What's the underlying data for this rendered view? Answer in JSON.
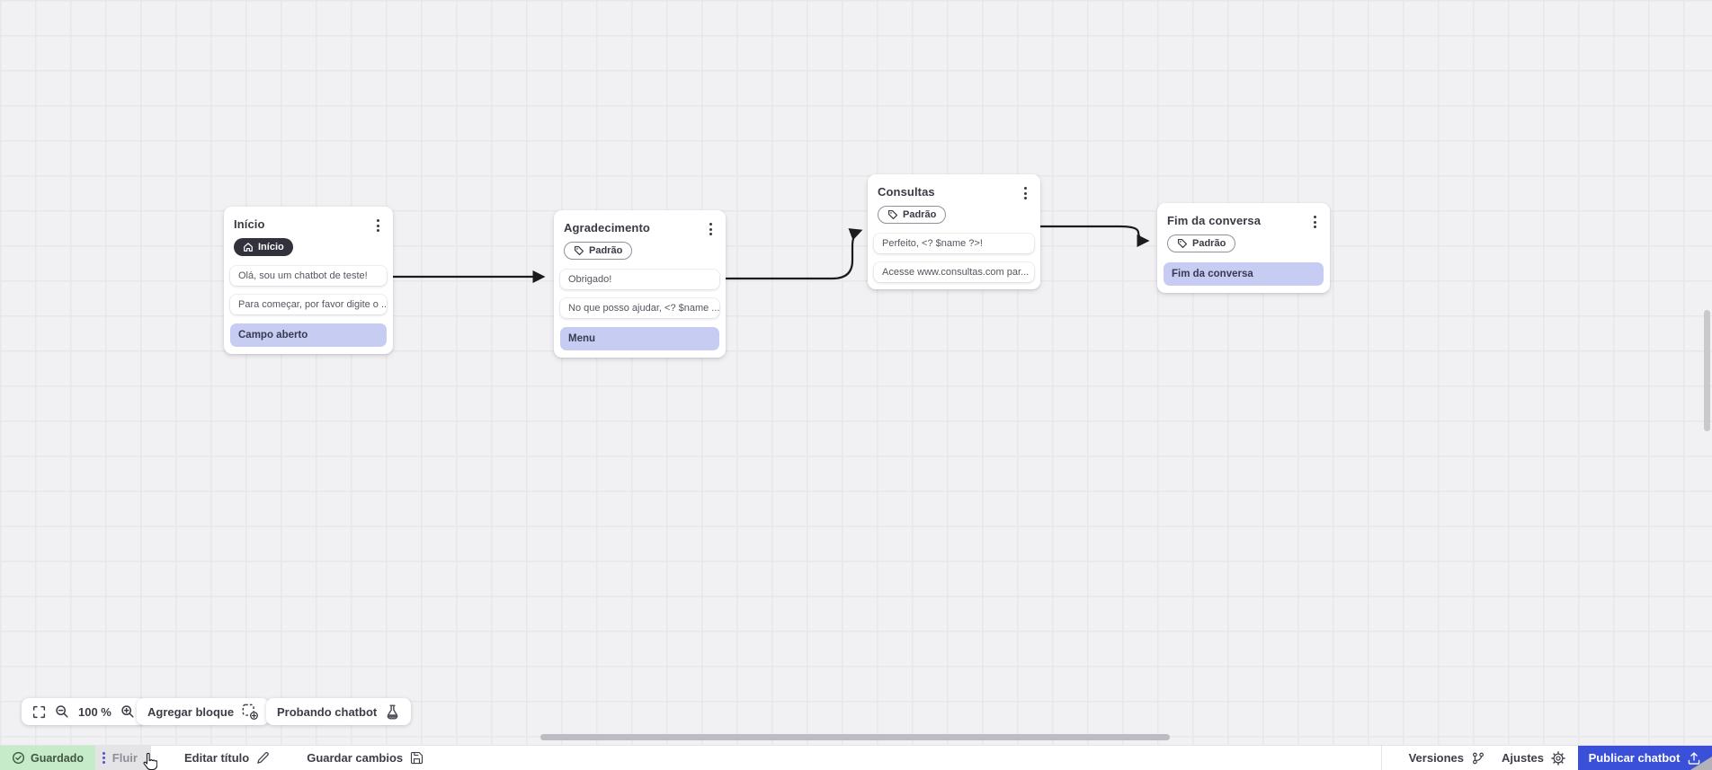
{
  "canvas": {
    "nodes": [
      {
        "title": "Início",
        "badge": {
          "label": "Início",
          "icon": "home",
          "style": "dark"
        },
        "items": [
          {
            "kind": "message",
            "text": "Olá, sou um chatbot de teste!"
          },
          {
            "kind": "message",
            "text": "Para começar, por favor digite o ..."
          },
          {
            "kind": "action",
            "text": "Campo aberto"
          }
        ]
      },
      {
        "title": "Agradecimento",
        "badge": {
          "label": "Padrão",
          "icon": "tag",
          "style": "outline"
        },
        "items": [
          {
            "kind": "message",
            "text": "Obrigado!"
          },
          {
            "kind": "message",
            "text": "No que posso ajudar, <? $name ..."
          },
          {
            "kind": "action",
            "text": "Menu"
          }
        ]
      },
      {
        "title": "Consultas",
        "badge": {
          "label": "Padrão",
          "icon": "tag",
          "style": "outline"
        },
        "items": [
          {
            "kind": "message",
            "text": "Perfeito, <? $name ?>!"
          },
          {
            "kind": "message",
            "text": "Acesse www.consultas.com par..."
          }
        ]
      },
      {
        "title": "Fim da conversa",
        "badge": {
          "label": "Padrão",
          "icon": "tag",
          "style": "outline"
        },
        "items": [
          {
            "kind": "action",
            "text": "Fim da conversa"
          }
        ]
      }
    ]
  },
  "controls": {
    "zoom_level": "100 %",
    "add_block_label": "Agregar bloque",
    "test_chatbot_label": "Probando chatbot"
  },
  "statusbar": {
    "saved_label": "Guardado",
    "flow_tab_label": "Fluir",
    "edit_title_label": "Editar título",
    "save_changes_label": "Guardar cambios",
    "versions_label": "Versiones",
    "settings_label": "Ajustes",
    "publish_label": "Publicar chatbot"
  },
  "colors": {
    "accent_blue": "#3b50d8",
    "action_row_lavender": "#c6ccf2",
    "badge_dark": "#32323d",
    "saved_green_bg": "#c5ebc8",
    "edge_black": "#1b1b1f",
    "canvas_bg": "#f1f0f2"
  }
}
